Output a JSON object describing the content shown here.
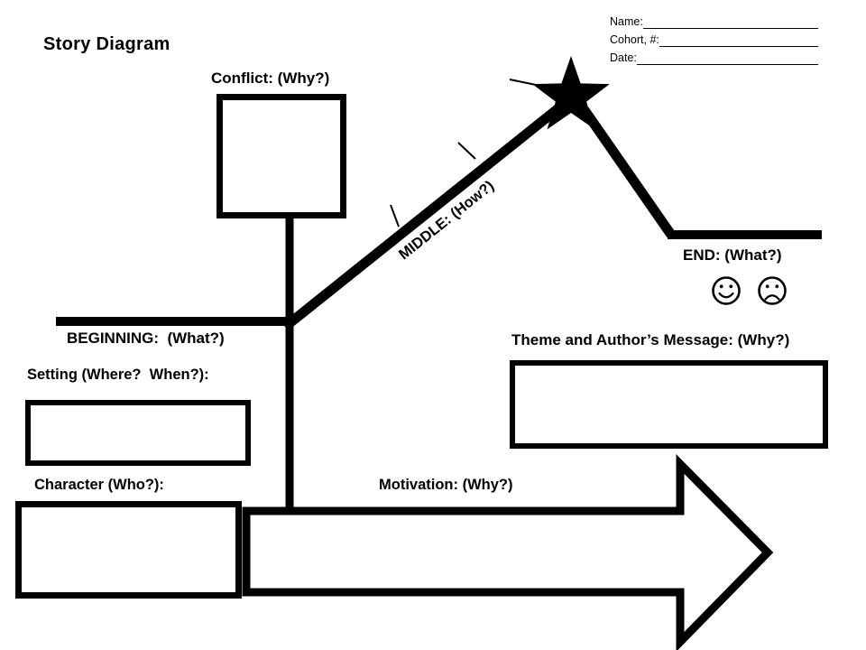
{
  "title": "Story Diagram",
  "header": {
    "fields": [
      {
        "label": "Name:"
      },
      {
        "label": "Cohort, #:"
      },
      {
        "label": "Date:"
      }
    ]
  },
  "sections": {
    "conflict": {
      "label": "Conflict: (Why?)"
    },
    "middle": {
      "label": "MIDDLE: (How?)"
    },
    "end": {
      "label": "END: (What?)"
    },
    "beginning": {
      "label": "BEGINNING:  (What?)"
    },
    "setting": {
      "label": "Setting (Where?  When?):"
    },
    "theme": {
      "label": "Theme and Author’s Message: (Why?)"
    },
    "character": {
      "label": "Character (Who?):"
    },
    "motivation": {
      "label": "Motivation: (Why?)"
    }
  },
  "icons": {
    "star": "star-icon",
    "happy_ending": "smiley-face-icon",
    "sad_ending": "frowny-face-icon"
  },
  "colors": {
    "ink": "#000000",
    "background": "#ffffff"
  }
}
